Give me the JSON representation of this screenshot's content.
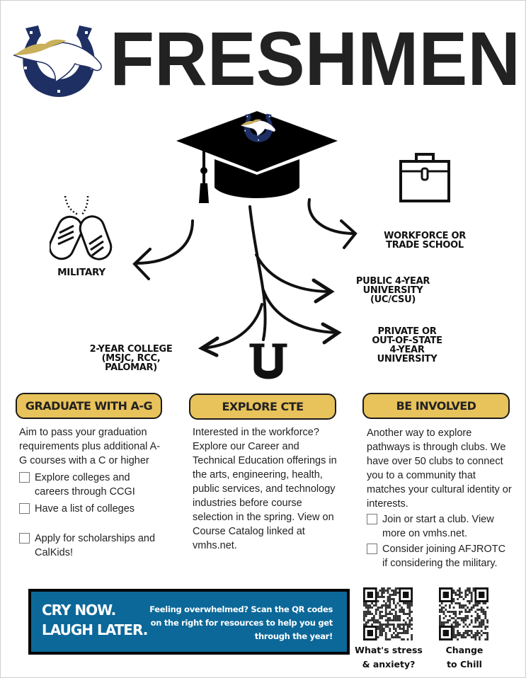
{
  "header": {
    "title": "FRESHMEN"
  },
  "pathways": {
    "military": "MILITARY",
    "workforce": [
      "WORKFORCE OR",
      "TRADE SCHOOL"
    ],
    "public": [
      "PUBLIC 4-YEAR",
      "UNIVERSITY",
      "(UC/CSU)"
    ],
    "private": [
      "PRIVATE OR",
      "OUT-OF-STATE",
      "4-YEAR",
      "UNIVERSITY"
    ],
    "college": [
      "2-YEAR COLLEGE",
      "(MSJC, RCC,",
      "PALOMAR)"
    ]
  },
  "sections": [
    {
      "heading": "GRADUATE WITH A-G",
      "body": "Aim to pass your graduation requirements plus additional A-G courses with a C or higher",
      "checklist": [
        "Explore colleges and careers through CCGI",
        "Have a list of colleges",
        "Apply for scholarships and CalKids!"
      ]
    },
    {
      "heading": "EXPLORE CTE",
      "body": "Interested in the workforce? Explore our Career and Technical Education offerings in the arts, engineering, health, public services, and technology industries before course selection in the spring. View on Course Catalog linked at vmhs.net."
    },
    {
      "heading": "BE INVOLVED",
      "body": "Another way to explore pathways is through clubs. We have over 50 clubs to connect you to a community that matches your cultural identity or interests.",
      "checklist": [
        "Join or start a club. View more on vmhs.net.",
        "Consider joining AFJROTC if considering the military."
      ]
    }
  ],
  "banner": {
    "line1": "CRY NOW.",
    "line2": "LAUGH LATER.",
    "message": "Feeling overwhelmed? Scan the QR codes on the right for resources to help you get through the year!"
  },
  "qr_codes": [
    {
      "label1": "What's stress",
      "label2": "& anxiety?"
    },
    {
      "label1": "Change",
      "label2": "to Chill"
    }
  ],
  "colors": {
    "navy": "#1e2f63",
    "gold": "#c9b05a",
    "pill": "#e8c25a",
    "banner": "#0c6899"
  }
}
